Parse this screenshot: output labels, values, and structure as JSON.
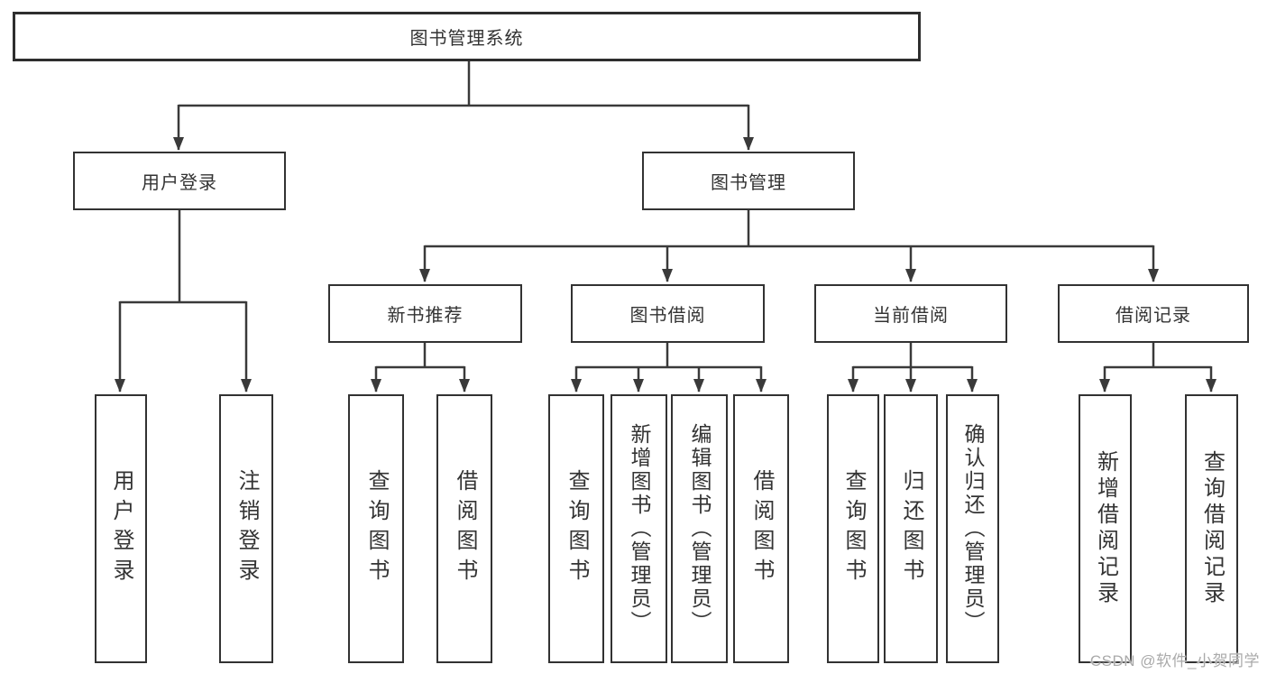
{
  "diagram_title": "图书管理系统",
  "tree": {
    "root": {
      "label": "图书管理系统",
      "children": [
        {
          "label": "用户登录",
          "children": [
            {
              "label": "用户登录"
            },
            {
              "label": "注销登录"
            }
          ]
        },
        {
          "label": "图书管理",
          "children": [
            {
              "label": "新书推荐",
              "children": [
                {
                  "label": "查询图书"
                },
                {
                  "label": "借阅图书"
                }
              ]
            },
            {
              "label": "图书借阅",
              "children": [
                {
                  "label": "查询图书"
                },
                {
                  "label": "新增图书（管理员）"
                },
                {
                  "label": "编辑图书（管理员）"
                },
                {
                  "label": "借阅图书"
                }
              ]
            },
            {
              "label": "当前借阅",
              "children": [
                {
                  "label": "查询图书"
                },
                {
                  "label": "归还图书"
                },
                {
                  "label": "确认归还（管理员）"
                }
              ]
            },
            {
              "label": "借阅记录",
              "children": [
                {
                  "label": "新增借阅记录"
                },
                {
                  "label": "查询借阅记录"
                }
              ]
            }
          ]
        }
      ]
    }
  },
  "watermark": {
    "text": "CSDN @软件_小贺同学"
  },
  "colors": {
    "background": "#ffffff",
    "box_border": "#323232",
    "connector_line": "#3a3a3a",
    "text": "#333333",
    "watermark_text": "#aaaaaa"
  }
}
